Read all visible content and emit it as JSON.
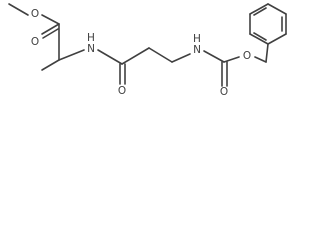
{
  "atom_labels": {
    "ester_oxygen_1": "O",
    "ester_carbonyl_oxygen": "O",
    "amide_nitrogen_1": "N",
    "amide_hydrogen_1": "H",
    "amide_carbonyl_oxygen": "O",
    "carbamate_nitrogen": "N",
    "carbamate_hydrogen": "H",
    "carbamate_carbonyl_oxygen": "O",
    "carbamate_ester_oxygen": "O"
  },
  "colors": {
    "bond": "#404040",
    "label": "#404040",
    "background": "#ffffff"
  }
}
